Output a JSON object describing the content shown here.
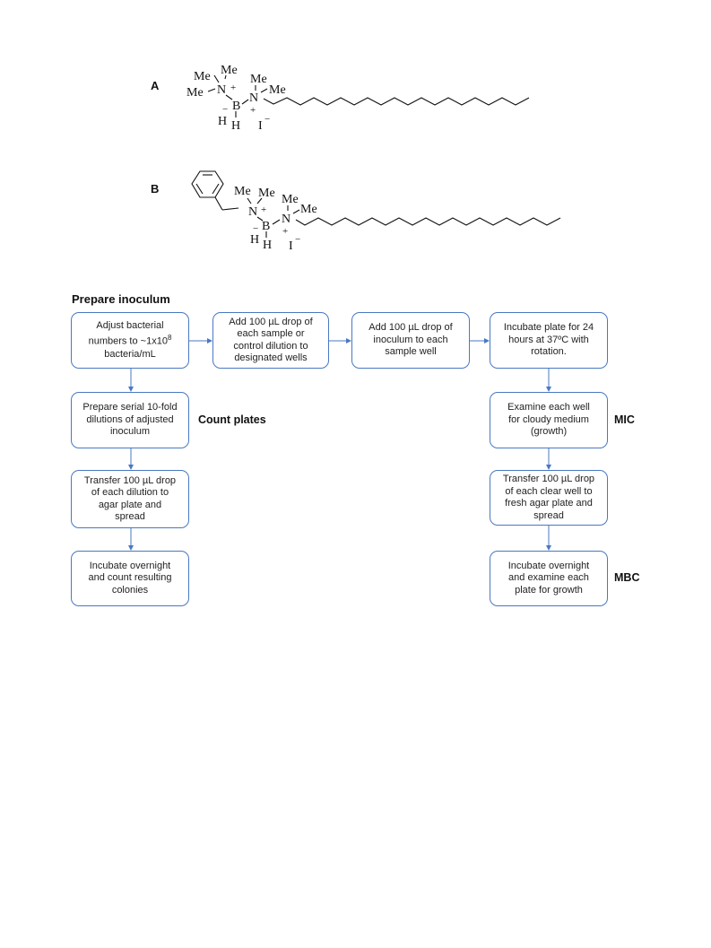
{
  "structures": {
    "a": {
      "label": "A",
      "atoms": {
        "me": "Me",
        "n": "N",
        "b": "B",
        "h": "H",
        "counterion": "I"
      },
      "charges": {
        "plus": "+",
        "minus": "−"
      }
    },
    "b": {
      "label": "B",
      "atoms": {
        "me": "Me",
        "n": "N",
        "b": "B",
        "h": "H",
        "counterion": "I"
      },
      "charges": {
        "plus": "+",
        "minus": "−"
      }
    }
  },
  "flowchart": {
    "title": "Prepare inoculum",
    "side_labels": {
      "count_plates": "Count plates",
      "mic": "MIC",
      "mbc": "MBC"
    },
    "boxes": {
      "adjust": {
        "line1": "Adjust bacterial",
        "line2": "numbers to ~1x10",
        "sup": "8",
        "line3": "bacteria/mL"
      },
      "add_sample": [
        "Add 100 µL drop of",
        "each sample or",
        "control dilution to",
        "designated wells"
      ],
      "add_inoculum": [
        "Add 100 µL drop of",
        "inoculum to each",
        "sample well"
      ],
      "incubate_plate": [
        "Incubate plate for 24",
        "hours at 37ºC with",
        "rotation."
      ],
      "serial_dilutions": [
        "Prepare serial 10-fold",
        "dilutions of adjusted",
        "inoculum"
      ],
      "transfer_dilution": [
        "Transfer 100 µL drop",
        "of each dilution to",
        "agar plate and",
        "spread"
      ],
      "incubate_count": [
        "Incubate overnight",
        "and count resulting",
        "colonies"
      ],
      "examine_well": [
        "Examine each well",
        "for cloudy medium",
        "(growth)"
      ],
      "transfer_clear": [
        "Transfer 100 µL drop",
        "of each clear well to",
        "fresh agar plate and",
        "spread"
      ],
      "incubate_examine": [
        "Incubate overnight",
        "and examine each",
        "plate for growth"
      ]
    }
  }
}
